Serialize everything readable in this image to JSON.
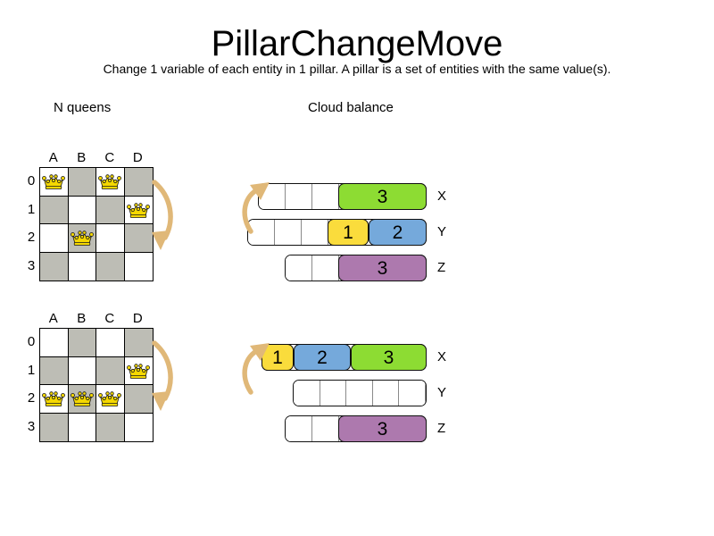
{
  "page": {
    "title": "PillarChangeMove",
    "subtitle": "Change 1 variable of each entity in 1 pillar. A pillar is a set of entities with the same value(s)."
  },
  "sections": {
    "queens_caption": "N queens",
    "cloud_caption": "Cloud balance"
  },
  "colors": {
    "board_light": "#ffffff",
    "board_dark": "#bdbdb5",
    "queen_gold": "#f5d800",
    "arrow": "#e0b878",
    "green": "#8ddc33",
    "yellow": "#fadc3c",
    "blue": "#75a9db",
    "purple": "#ad79ae",
    "bar_white": "#ffffff",
    "stroke": "#111111"
  },
  "icons": {
    "queen": "queen-crown-icon",
    "arrow_down": "curved-arrow-down-icon",
    "arrow_up": "curved-arrow-up-icon"
  },
  "boards": [
    {
      "id": "before",
      "columns": [
        "A",
        "B",
        "C",
        "D"
      ],
      "rows": [
        "0",
        "1",
        "2",
        "3"
      ],
      "queens": [
        {
          "col": "A",
          "row": "0"
        },
        {
          "col": "C",
          "row": "0"
        },
        {
          "col": "D",
          "row": "1"
        },
        {
          "col": "B",
          "row": "2"
        }
      ]
    },
    {
      "id": "after",
      "columns": [
        "A",
        "B",
        "C",
        "D"
      ],
      "rows": [
        "0",
        "1",
        "2",
        "3"
      ],
      "queens": [
        {
          "col": "D",
          "row": "1"
        },
        {
          "col": "A",
          "row": "2"
        },
        {
          "col": "B",
          "row": "2"
        },
        {
          "col": "C",
          "row": "2"
        }
      ]
    }
  ],
  "cloud": [
    {
      "id": "before",
      "rows": [
        {
          "label": "X",
          "blank_slots": 3,
          "processes": [
            {
              "value": "3",
              "color": "green",
              "width": 99
            }
          ]
        },
        {
          "label": "Y",
          "blank_slots": 3,
          "processes": [
            {
              "value": "1",
              "color": "yellow",
              "width": 46
            },
            {
              "value": "2",
              "color": "blue",
              "width": 65
            }
          ]
        },
        {
          "label": "Z",
          "blank_slots": 2,
          "processes": [
            {
              "value": "3",
              "color": "purple",
              "width": 99
            }
          ]
        }
      ]
    },
    {
      "id": "after",
      "rows": [
        {
          "label": "X",
          "blank_slots": 0,
          "processes": [
            {
              "value": "1",
              "color": "yellow",
              "width": 36
            },
            {
              "value": "2",
              "color": "blue",
              "width": 64
            },
            {
              "value": "3",
              "color": "green",
              "width": 85
            }
          ]
        },
        {
          "label": "Y",
          "blank_slots": 5,
          "processes": []
        },
        {
          "label": "Z",
          "blank_slots": 2,
          "processes": [
            {
              "value": "3",
              "color": "purple",
              "width": 99
            }
          ]
        }
      ]
    }
  ]
}
